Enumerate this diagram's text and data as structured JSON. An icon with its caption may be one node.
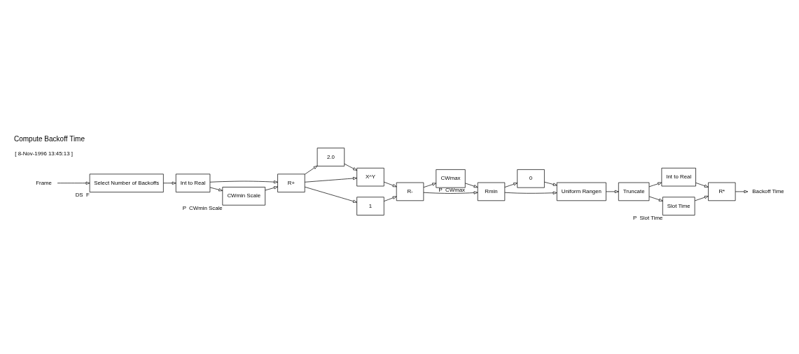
{
  "diagram": {
    "title": "Compute Backoff Time",
    "nodes": [
      {
        "text": [
          "Frame"
        ]
      },
      {
        "text": [
          "Select Number of Backoffs"
        ],
        "beside": [
          "DS",
          "F"
        ]
      },
      {
        "text": [
          "Int to Real"
        ]
      },
      {
        "text": [
          "R+"
        ]
      },
      {
        "text": [
          "CWmin Scale"
        ],
        "beside": [
          "P",
          "CWmin Scale"
        ]
      },
      {
        "text": [
          "2.0"
        ]
      },
      {
        "text": [
          "X^Y"
        ]
      },
      {
        "text": [
          "1"
        ]
      },
      {
        "text": [
          "R-"
        ]
      },
      {
        "text": [
          "CWmax"
        ],
        "beside": [
          "P",
          "CWmax"
        ]
      },
      {
        "text": [
          "Rmin"
        ]
      },
      {
        "text": [
          "0"
        ]
      },
      {
        "text": [
          "Uniform Rangen"
        ]
      },
      {
        "text": [
          "Truncate"
        ]
      },
      {
        "text": [
          "Int to Real"
        ]
      },
      {
        "text": [
          "Slot Time"
        ],
        "beside": [
          "P",
          "Slot Time"
        ]
      },
      {
        "text": [
          "R*"
        ]
      },
      {
        "text": [
          "Backoff Time"
        ]
      }
    ],
    "edges": [
      {
        "from": 0,
        "to": 1,
        "arrow": "to"
      },
      {
        "from": 1,
        "to": 2,
        "arrow": "to"
      },
      {
        "from": 2,
        "to": 3,
        "arrow": "to"
      },
      {
        "from": 2,
        "to": 4,
        "arrow": "to"
      },
      {
        "from": 4,
        "to": 3,
        "arrow": "to"
      },
      {
        "from": 3,
        "to": 5,
        "arrow": "to"
      },
      {
        "from": 3,
        "to": 6,
        "arrow": "to"
      },
      {
        "from": 3,
        "to": 7,
        "arrow": "to"
      },
      {
        "from": 5,
        "to": 6,
        "arrow": "to"
      },
      {
        "from": 6,
        "to": 8,
        "arrow": "to"
      },
      {
        "from": 7,
        "to": 8,
        "arrow": "to"
      },
      {
        "from": 8,
        "to": 10,
        "arrow": "to"
      },
      {
        "from": 8,
        "to": 9,
        "arrow": "to"
      },
      {
        "from": 9,
        "to": 10,
        "arrow": "to"
      },
      {
        "from": 10,
        "to": 12,
        "arrow": "to"
      },
      {
        "from": 10,
        "to": 11,
        "arrow": "to"
      },
      {
        "from": 11,
        "to": 12,
        "arrow": "to"
      },
      {
        "from": 12,
        "to": 13,
        "arrow": "to"
      },
      {
        "from": 13,
        "to": 14,
        "arrow": "to"
      },
      {
        "from": 13,
        "to": 15,
        "arrow": "to"
      },
      {
        "from": 14,
        "to": 16,
        "arrow": "to"
      },
      {
        "from": 15,
        "to": 16,
        "arrow": "to"
      },
      {
        "from": 16,
        "to": 17,
        "arrow": "to"
      }
    ],
    "labels": [
      "[ 8-Nov-1996 13:45:13 ]"
    ]
  }
}
